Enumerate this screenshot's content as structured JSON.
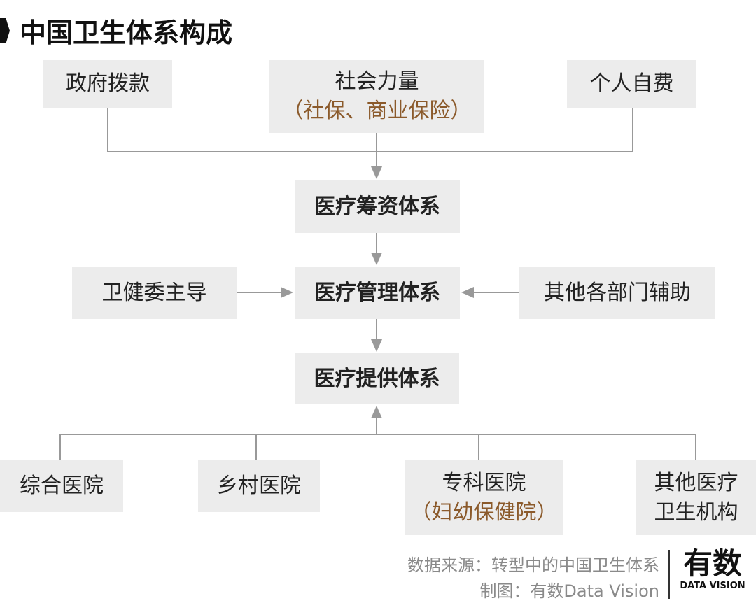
{
  "title": "中国卫生体系构成",
  "sources": {
    "gov": "政府拨款",
    "social": "社会力量",
    "social_sub": "（社保、商业保险）",
    "personal": "个人自费"
  },
  "systems": {
    "financing": "医疗筹资体系",
    "management": "医疗管理体系",
    "provision": "医疗提供体系"
  },
  "management_inputs": {
    "left": "卫健委主导",
    "right": "其他各部门辅助"
  },
  "providers": [
    {
      "label": "综合医院",
      "sub": ""
    },
    {
      "label": "乡村医院",
      "sub": ""
    },
    {
      "label": "专科医院",
      "sub": "（妇幼保健院）"
    },
    {
      "label": "其他医疗",
      "sub": "卫生机构"
    }
  ],
  "footer": {
    "source": "数据来源：转型中的中国卫生体系",
    "credit": "制图：有数Data Vision"
  },
  "logo": {
    "main": "有数",
    "sub": "DATA VISION"
  },
  "colors": {
    "box": "#ececec",
    "accent": "#8b5a2b",
    "line": "#999999"
  }
}
